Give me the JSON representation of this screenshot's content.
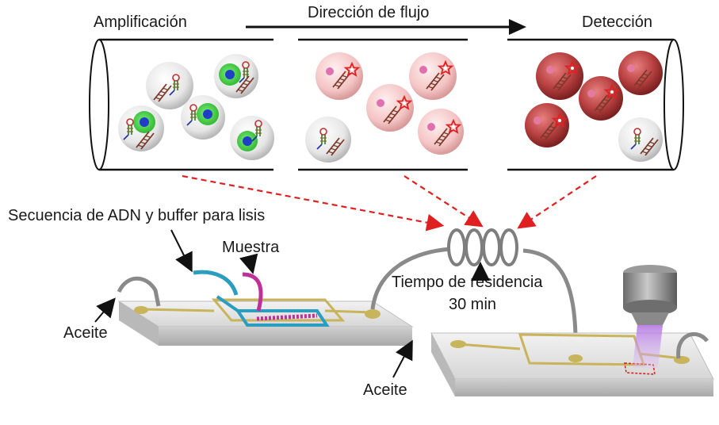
{
  "top": {
    "amplification_label": "Amplificación",
    "flow_direction_label": "Dirección de flujo",
    "detection_label": "Detección"
  },
  "device": {
    "dna_buffer_label": "Secuencia de ADN y buffer para lisis",
    "sample_label": "Muestra",
    "oil_label_left": "Aceite",
    "oil_label_right": "Aceite",
    "residence_label_line1": "Tiempo de residencia",
    "residence_label_line2": "30 min"
  },
  "colors": {
    "cell_green": "#3fd33f",
    "cell_nucleus": "#1f3fc4",
    "droplet_pink": "#f4c4c4",
    "droplet_red": "#b84040",
    "arrow_red": "#e02020",
    "channel_gold": "#c8b45a",
    "tubing_gray": "#8a8a8a",
    "blue_inlet": "#2b9ec0",
    "magenta": "#c0309a",
    "laser_violet": "#b070e0"
  }
}
